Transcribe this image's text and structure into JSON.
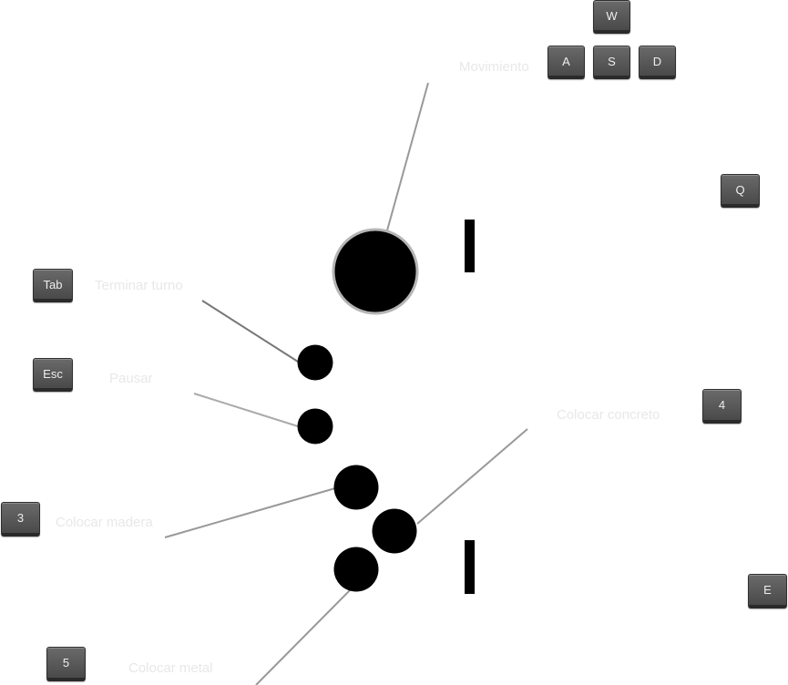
{
  "keys": {
    "w": "W",
    "a": "A",
    "s": "S",
    "d": "D",
    "q": "Q",
    "tab": "Tab",
    "esc": "Esc",
    "four": "4",
    "three": "3",
    "e": "E",
    "five": "5"
  },
  "labels": {
    "movement": "Movimiento",
    "end_turn": "Terminar turno",
    "pause": "Pausar",
    "place_concrete": "Colocar concreto",
    "place_wood": "Colocar madera",
    "place_metal": "Colocar metal"
  },
  "colors": {
    "key_face": "#5a5a5a",
    "label_text": "#e8e8e8",
    "leader_line": "#999999",
    "unit": "#000000",
    "player_ring": "#b5b5b5"
  }
}
